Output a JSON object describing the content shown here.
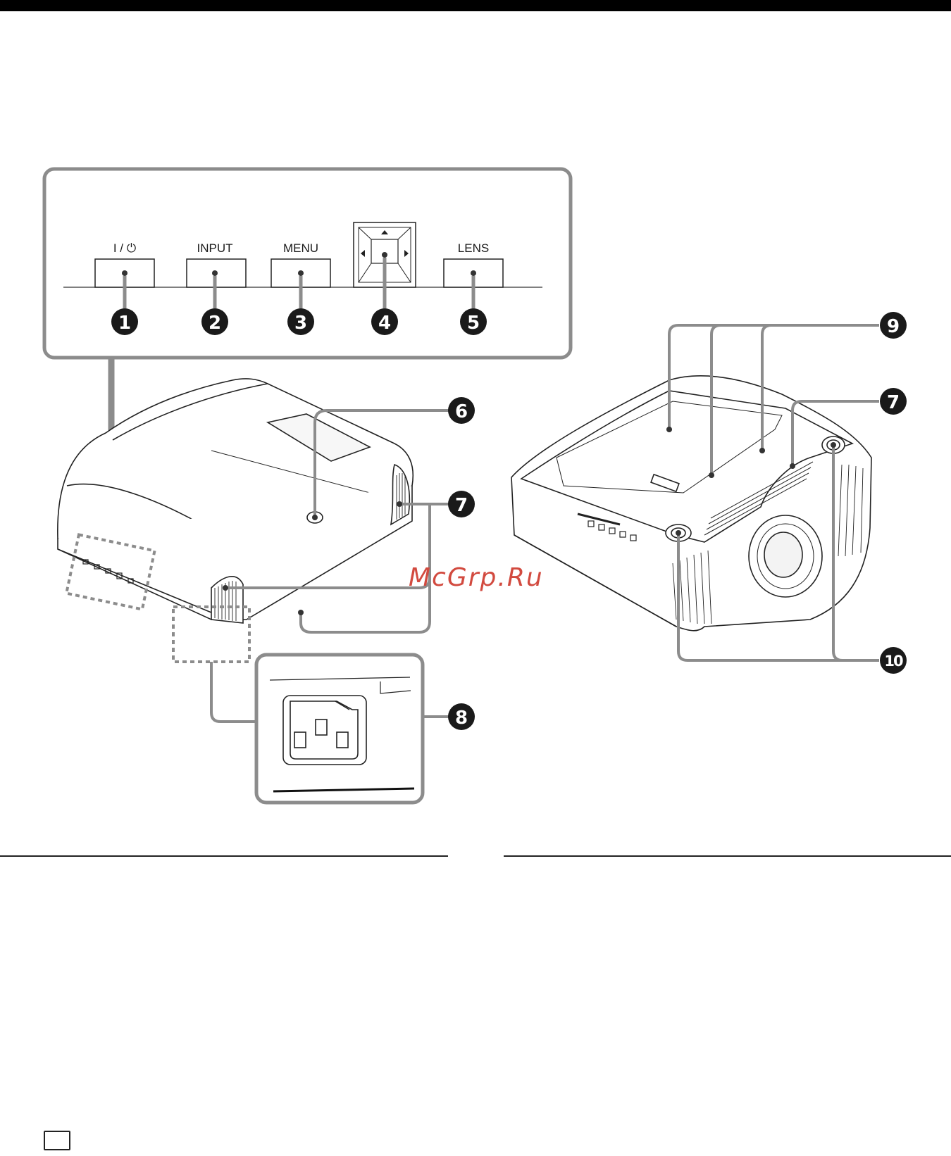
{
  "panel": {
    "buttons": [
      {
        "label": "I / ⏻",
        "callout": "1"
      },
      {
        "label": "INPUT",
        "callout": "2"
      },
      {
        "label": "MENU",
        "callout": "3"
      },
      {
        "label": "",
        "callout": "4"
      },
      {
        "label": "LENS",
        "callout": "5"
      }
    ]
  },
  "callouts": {
    "six": "6",
    "seven_left": "7",
    "seven_right": "7",
    "eight": "8",
    "nine": "9",
    "ten": "10"
  },
  "watermark": "McGrp.Ru",
  "colors": {
    "frame_gray": "#8c8c8c",
    "callout_fill": "#1a1a1a",
    "watermark": "#d24a3f"
  },
  "icons": [
    "power-icon",
    "arrow-up-icon",
    "arrow-left-icon",
    "arrow-right-icon",
    "power-inlet-icon"
  ]
}
